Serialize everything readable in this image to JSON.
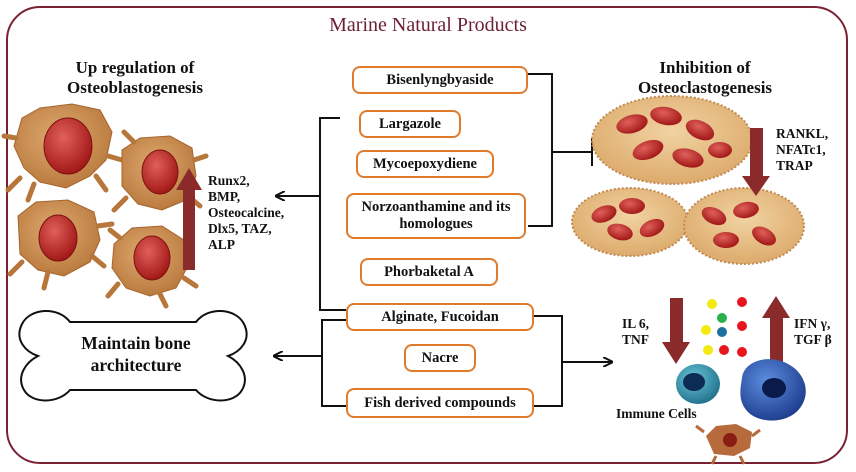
{
  "title": "Marine Natural Products",
  "left_heading": [
    "Up regulation of",
    "Osteoblastogenesis"
  ],
  "right_heading": [
    "Inhibition of",
    "Osteoclastogenesis"
  ],
  "compounds": [
    "Bisenlyngbyaside",
    "Largazole",
    "Mycoepoxydiene",
    "Norzoanthamine and its homologues",
    "Phorbaketal A",
    "Alginate, Fucoidan",
    "Nacre",
    "Fish derived compounds"
  ],
  "osteoblast_markers": [
    "Runx2,",
    "BMP,",
    "Osteocalcine,",
    "Dlx5, TAZ,",
    "ALP"
  ],
  "osteoclast_markers": [
    "RANKL,",
    "NFATc1,",
    "TRAP"
  ],
  "bone_label": [
    "Maintain bone",
    "architecture"
  ],
  "cytokines_down": [
    "IL 6,",
    "TNF"
  ],
  "cytokines_up": [
    "IFN γ,",
    "TGF β"
  ],
  "immune_label": "Immune Cells",
  "colors": {
    "frame": "#7a2233",
    "title": "#6b1f33",
    "box_border": "#e07b2c",
    "arrow_red": "#8b2a2a",
    "cell_body": "#c98a4b",
    "nucleus": "#b3201f"
  }
}
